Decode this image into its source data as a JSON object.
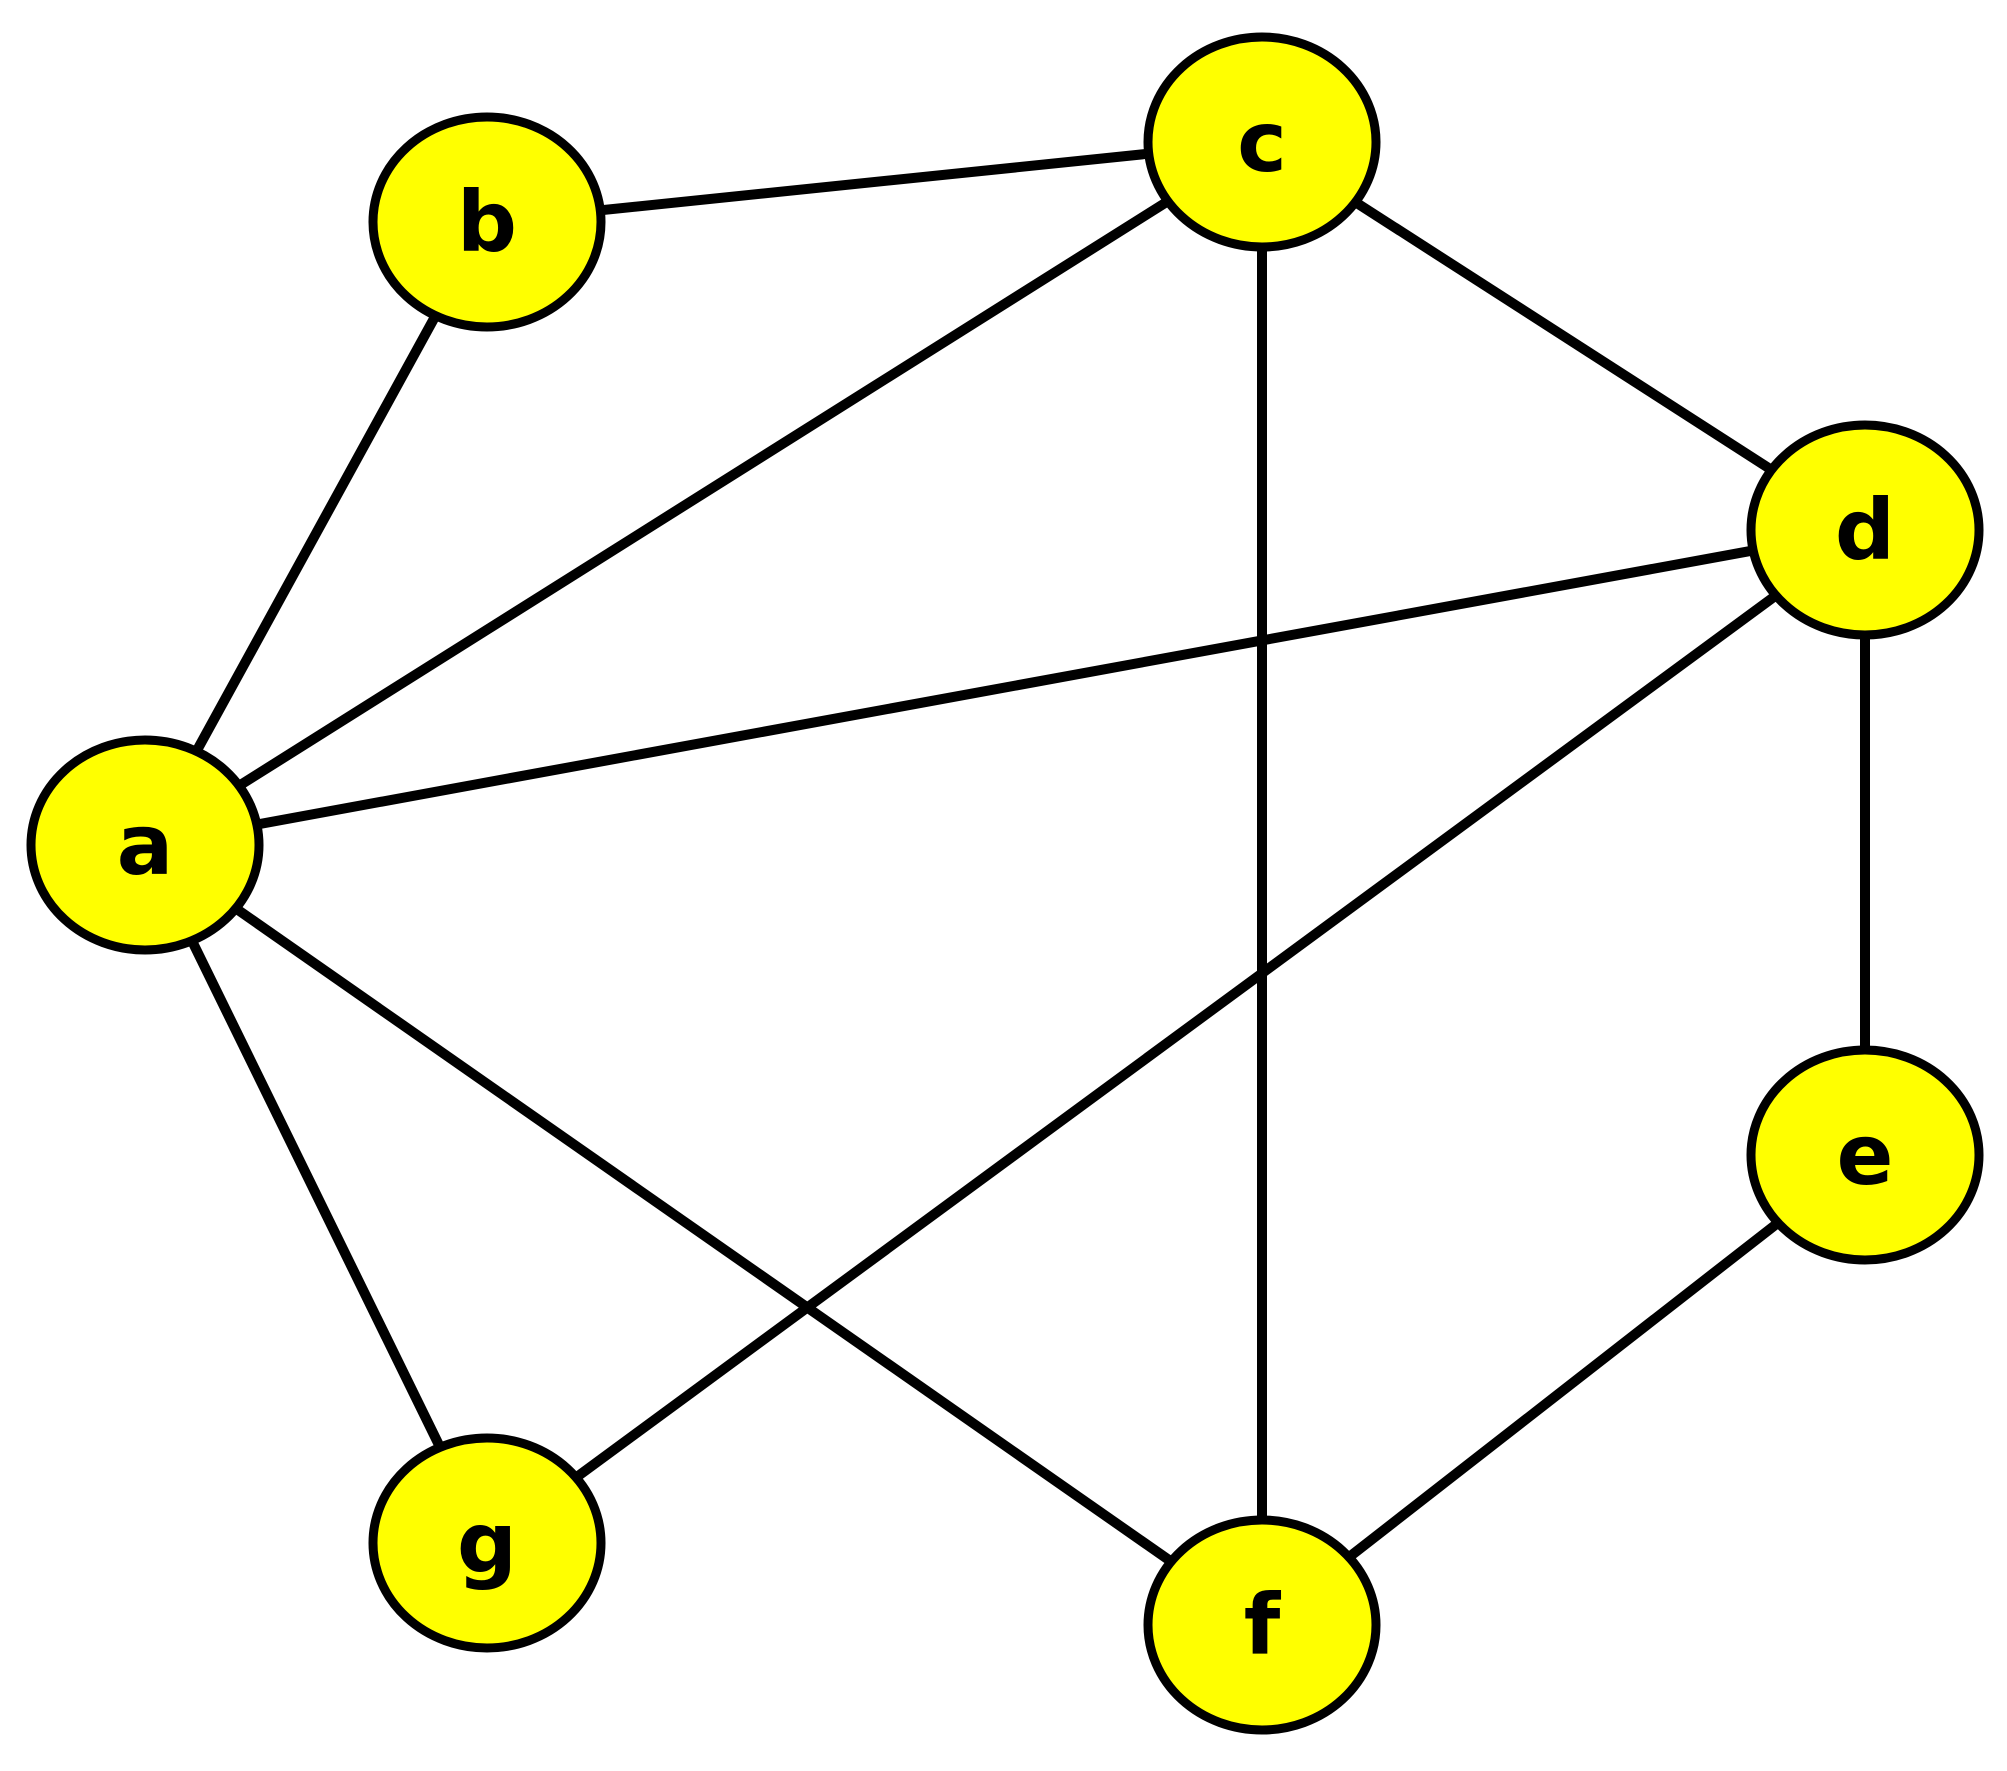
{
  "colors": {
    "node_fill": "#ffff00",
    "stroke": "#000000",
    "background": "#ffffff"
  },
  "nodes": [
    {
      "id": "a",
      "label": "a"
    },
    {
      "id": "b",
      "label": "b"
    },
    {
      "id": "c",
      "label": "c"
    },
    {
      "id": "d",
      "label": "d"
    },
    {
      "id": "e",
      "label": "e"
    },
    {
      "id": "f",
      "label": "f"
    },
    {
      "id": "g",
      "label": "g"
    }
  ],
  "edges": [
    [
      "a",
      "b"
    ],
    [
      "a",
      "c"
    ],
    [
      "a",
      "d"
    ],
    [
      "a",
      "f"
    ],
    [
      "a",
      "g"
    ],
    [
      "b",
      "c"
    ],
    [
      "c",
      "d"
    ],
    [
      "c",
      "f"
    ],
    [
      "d",
      "e"
    ],
    [
      "d",
      "g"
    ],
    [
      "e",
      "f"
    ]
  ]
}
